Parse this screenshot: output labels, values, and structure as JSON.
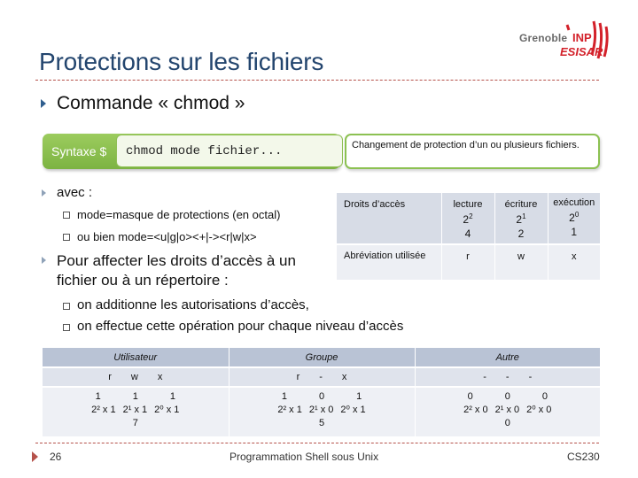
{
  "title": "Protections sur les fichiers",
  "logo": {
    "line1": "Grenoble",
    "line2": "INP",
    "line3": "ESISAR"
  },
  "bullet_main": "Commande « chmod »",
  "syntax": {
    "label": "Syntaxe $",
    "command": "chmod mode fichier...",
    "description": "Changement de protection d’un ou plusieurs fichiers."
  },
  "avec": {
    "label": "avec :",
    "items": [
      "mode=masque de protections (en octal)",
      "ou bien mode=<u|g|o><+|-><r|w|x>"
    ]
  },
  "affect": {
    "line1": "Pour affecter les droits d’accès à un",
    "line2": "fichier ou à un répertoire :",
    "items": [
      "on additionne les autorisations d’accès,",
      "on effectue cette opération pour chaque niveau d’accès"
    ]
  },
  "rights_table": {
    "header": "Droits d’accès",
    "columns": [
      {
        "name": "lecture",
        "power": "2",
        "exp": "2",
        "value": "4"
      },
      {
        "name": "écriture",
        "power": "2",
        "exp": "1",
        "value": "2"
      },
      {
        "name": "exécution",
        "power": "2",
        "exp": "0",
        "value": "1"
      }
    ],
    "abbr_label": "Abréviation utilisée",
    "abbreviations": [
      "r",
      "w",
      "x"
    ]
  },
  "bottom_table": {
    "headers": [
      "Utilisateur",
      "Groupe",
      "Autre"
    ],
    "perm_rows": [
      [
        "r",
        "w",
        "x"
      ],
      [
        "r",
        "-",
        "x"
      ],
      [
        "-",
        "-",
        "-"
      ]
    ],
    "bit_rows": [
      [
        "1",
        "1",
        "1"
      ],
      [
        "1",
        "0",
        "1"
      ],
      [
        "0",
        "0",
        "0"
      ]
    ],
    "mult": [
      [
        "2² x 1",
        "2¹ x 1",
        "2⁰ x 1"
      ],
      [
        "2² x 1",
        "2¹ x 0",
        "2⁰ x 1"
      ],
      [
        "2² x 0",
        "2¹ x 0",
        "2⁰ x 0"
      ]
    ],
    "totals": [
      "7",
      "5",
      "0"
    ]
  },
  "footer": {
    "page": "26",
    "center": "Programmation Shell sous Unix",
    "right": "CS230"
  },
  "colors": {
    "title": "#23456e",
    "accent_red": "#b5524b",
    "syntax_green": "#7cb342"
  }
}
